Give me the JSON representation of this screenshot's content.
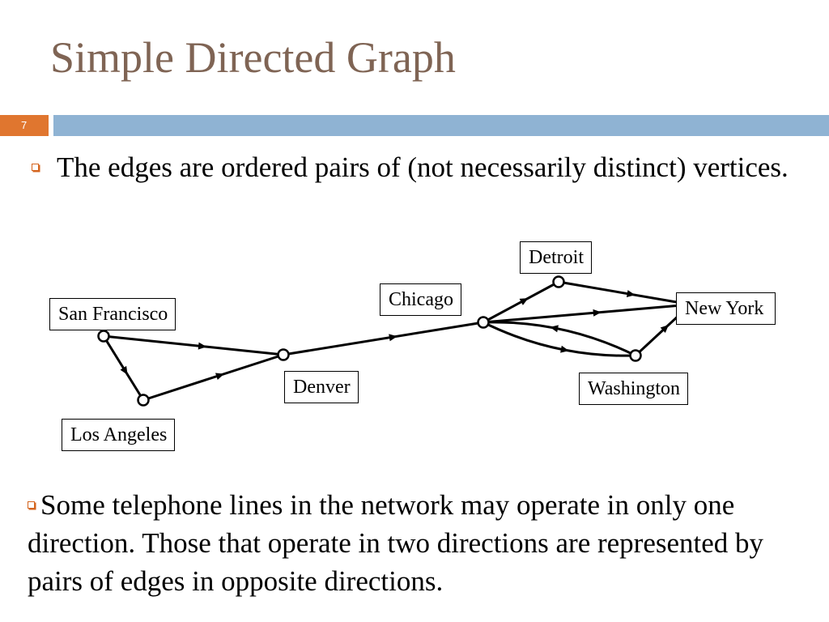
{
  "slide": {
    "title": "Simple Directed Graph",
    "number": "7",
    "colors": {
      "title_text": "#7f6454",
      "accent_orange": "#e0762f",
      "accent_blue": "#8fb3d3",
      "bullet_orange": "#d4641e"
    }
  },
  "bullets": [
    {
      "icon": "square-bullet-icon",
      "text": "The edges are ordered pairs of (not necessarily distinct) vertices."
    },
    {
      "icon": "square-bullet-icon",
      "text": "Some telephone lines in the network may operate in only one direction. Those that operate in two directions are represented by pairs of edges in opposite directions."
    }
  ],
  "graph": {
    "vertices": {
      "sf": {
        "label": "San Francisco"
      },
      "la": {
        "label": "Los Angeles"
      },
      "den": {
        "label": "Denver"
      },
      "chi": {
        "label": "Chicago"
      },
      "det": {
        "label": "Detroit"
      },
      "ny": {
        "label": "New York"
      },
      "wash": {
        "label": "Washington"
      }
    },
    "edges": [
      {
        "from": "sf",
        "to": "den"
      },
      {
        "from": "sf",
        "to": "la"
      },
      {
        "from": "la",
        "to": "den"
      },
      {
        "from": "den",
        "to": "chi"
      },
      {
        "from": "chi",
        "to": "det"
      },
      {
        "from": "det",
        "to": "ny"
      },
      {
        "from": "chi",
        "to": "ny"
      },
      {
        "from": "chi",
        "to": "wash"
      },
      {
        "from": "wash",
        "to": "chi"
      },
      {
        "from": "wash",
        "to": "ny"
      }
    ]
  }
}
